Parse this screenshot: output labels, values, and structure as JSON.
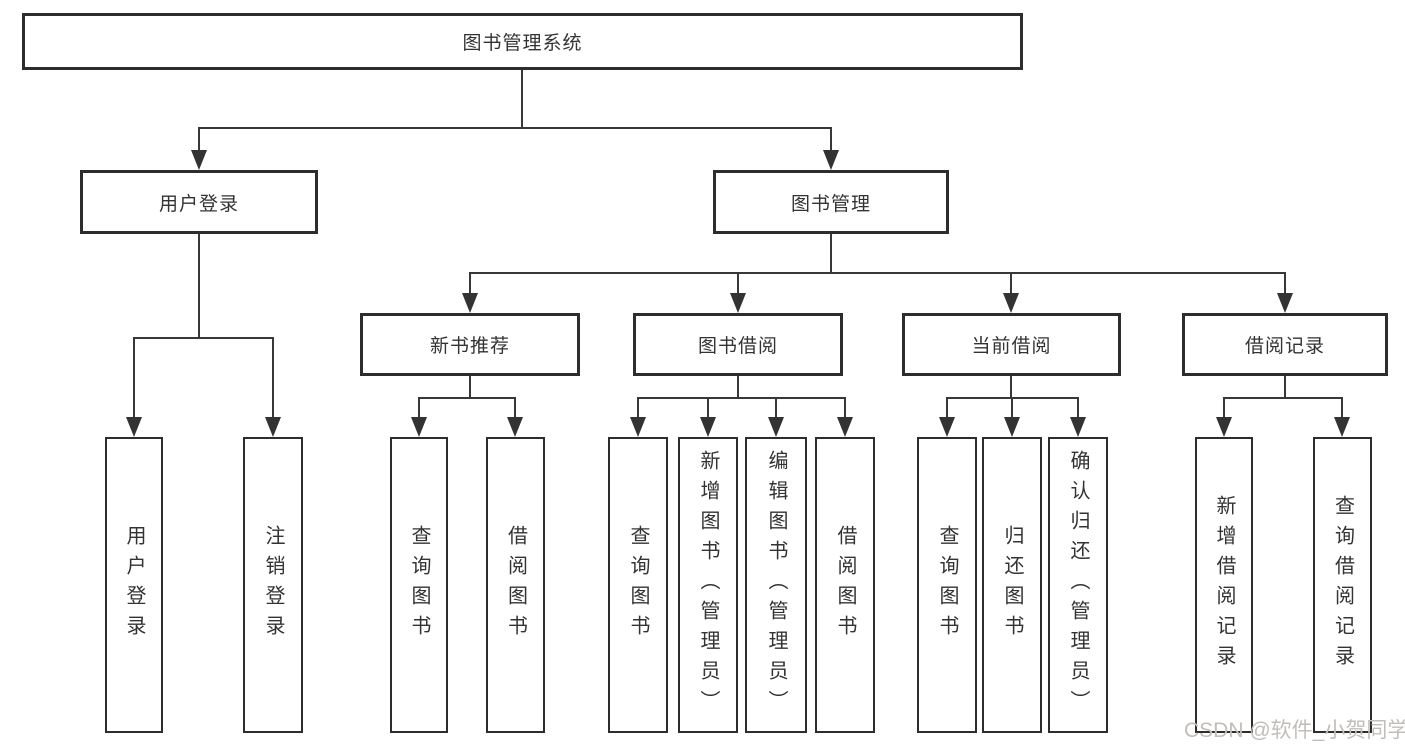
{
  "tree": {
    "root": "图书管理系统",
    "branches": [
      {
        "label": "用户登录",
        "children": [
          "用户登录",
          "注销登录"
        ]
      },
      {
        "label": "图书管理",
        "sections": [
          {
            "label": "新书推荐",
            "children": [
              "查询图书",
              "借阅图书"
            ]
          },
          {
            "label": "图书借阅",
            "children": [
              "查询图书",
              "新增图书（管理员）",
              "编辑图书（管理员）",
              "借阅图书"
            ]
          },
          {
            "label": "当前借阅",
            "children": [
              "查询图书",
              "归还图书",
              "确认归还（管理员）"
            ]
          },
          {
            "label": "借阅记录",
            "children": [
              "新增借阅记录",
              "查询借阅记录"
            ]
          }
        ]
      }
    ]
  },
  "colors": {
    "line": "#383838",
    "border": "#2d2d2d",
    "text": "#333333",
    "watermark": "#c3bdba"
  },
  "watermark": {
    "text": "CSDN @软件_小贺同学"
  }
}
